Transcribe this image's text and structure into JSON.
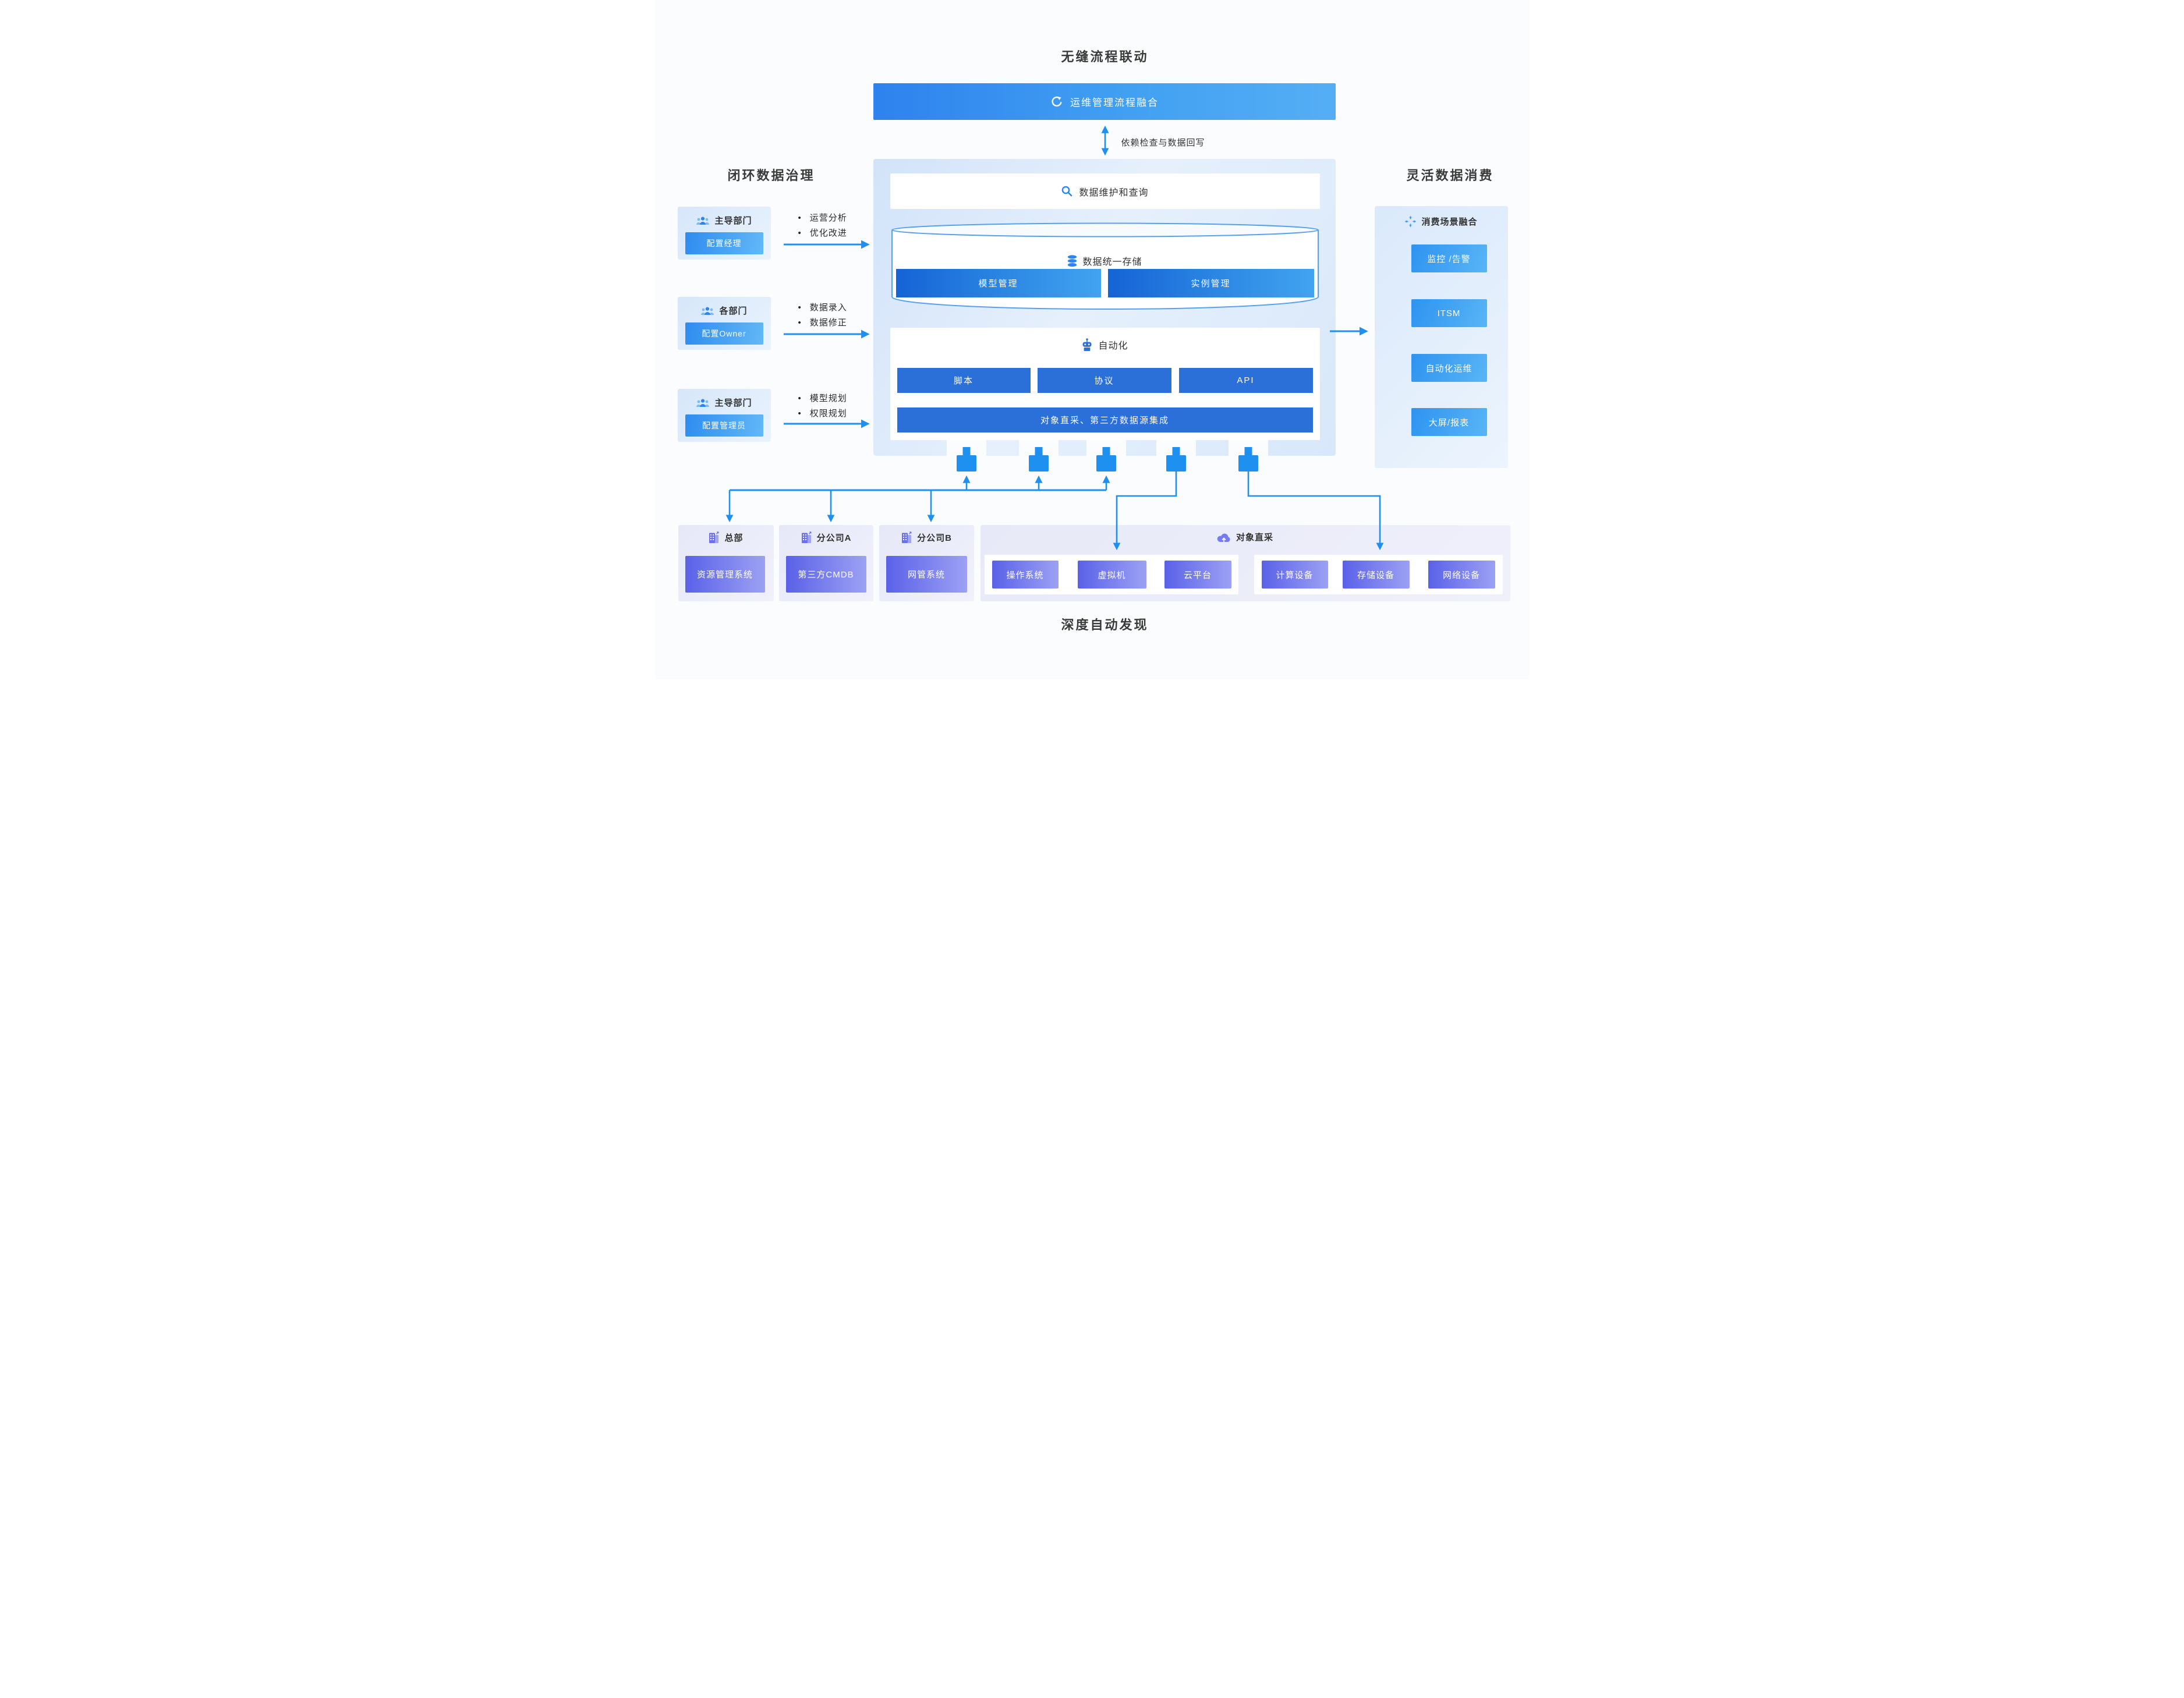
{
  "titles": {
    "top": "无缝流程联动",
    "left": "闭环数据治理",
    "right": "灵活数据消费",
    "bottom": "深度自动发现"
  },
  "banner": {
    "label": "运维管理流程融合"
  },
  "link_label": "依赖检查与数据回写",
  "center_panel": {
    "query_label": "数据维护和查询",
    "storage_label": "数据统一存储",
    "storage_bars": {
      "model": "模型管理",
      "instance": "实例管理"
    },
    "automation_label": "自动化",
    "automation_bars": {
      "script": "脚本",
      "protocol": "协议",
      "api": "API"
    },
    "integration_bar": "对象直采、第三方数据源集成"
  },
  "left_column": {
    "boxes": [
      {
        "title": "主导部门",
        "role": "配置经理",
        "bullets": [
          "运营分析",
          "优化改进"
        ]
      },
      {
        "title": "各部门",
        "role": "配置Owner",
        "bullets": [
          "数据录入",
          "数据修正"
        ]
      },
      {
        "title": "主导部门",
        "role": "配置管理员",
        "bullets": [
          "模型规划",
          "权限规划"
        ]
      }
    ]
  },
  "right_column": {
    "header": "消费场景融合",
    "items": [
      "监控 /告警",
      "ITSM",
      "自动化运维",
      "大屏/报表"
    ]
  },
  "bottom_row": {
    "orgs": [
      {
        "title": "总部",
        "system": "资源管理系统"
      },
      {
        "title": "分公司A",
        "system": "第三方CMDB"
      },
      {
        "title": "分公司B",
        "system": "网管系统"
      }
    ],
    "discovery": {
      "header": "对象直采",
      "group1": [
        "操作系统",
        "虚拟机",
        "云平台"
      ],
      "group2": [
        "计算设备",
        "存储设备",
        "网络设备"
      ]
    }
  },
  "colors": {
    "accent_blue": "#1E90F0",
    "bar_blue": "#2B6FD8",
    "banner_from": "#2E82EE",
    "banner_to": "#55AEF5",
    "grad_bar_from": "#1563D6",
    "grad_bar_to": "#41A3F0",
    "purple_from": "#5A61E8",
    "purple_to": "#9CA1F4",
    "icon_purple": "#6B71ED"
  }
}
